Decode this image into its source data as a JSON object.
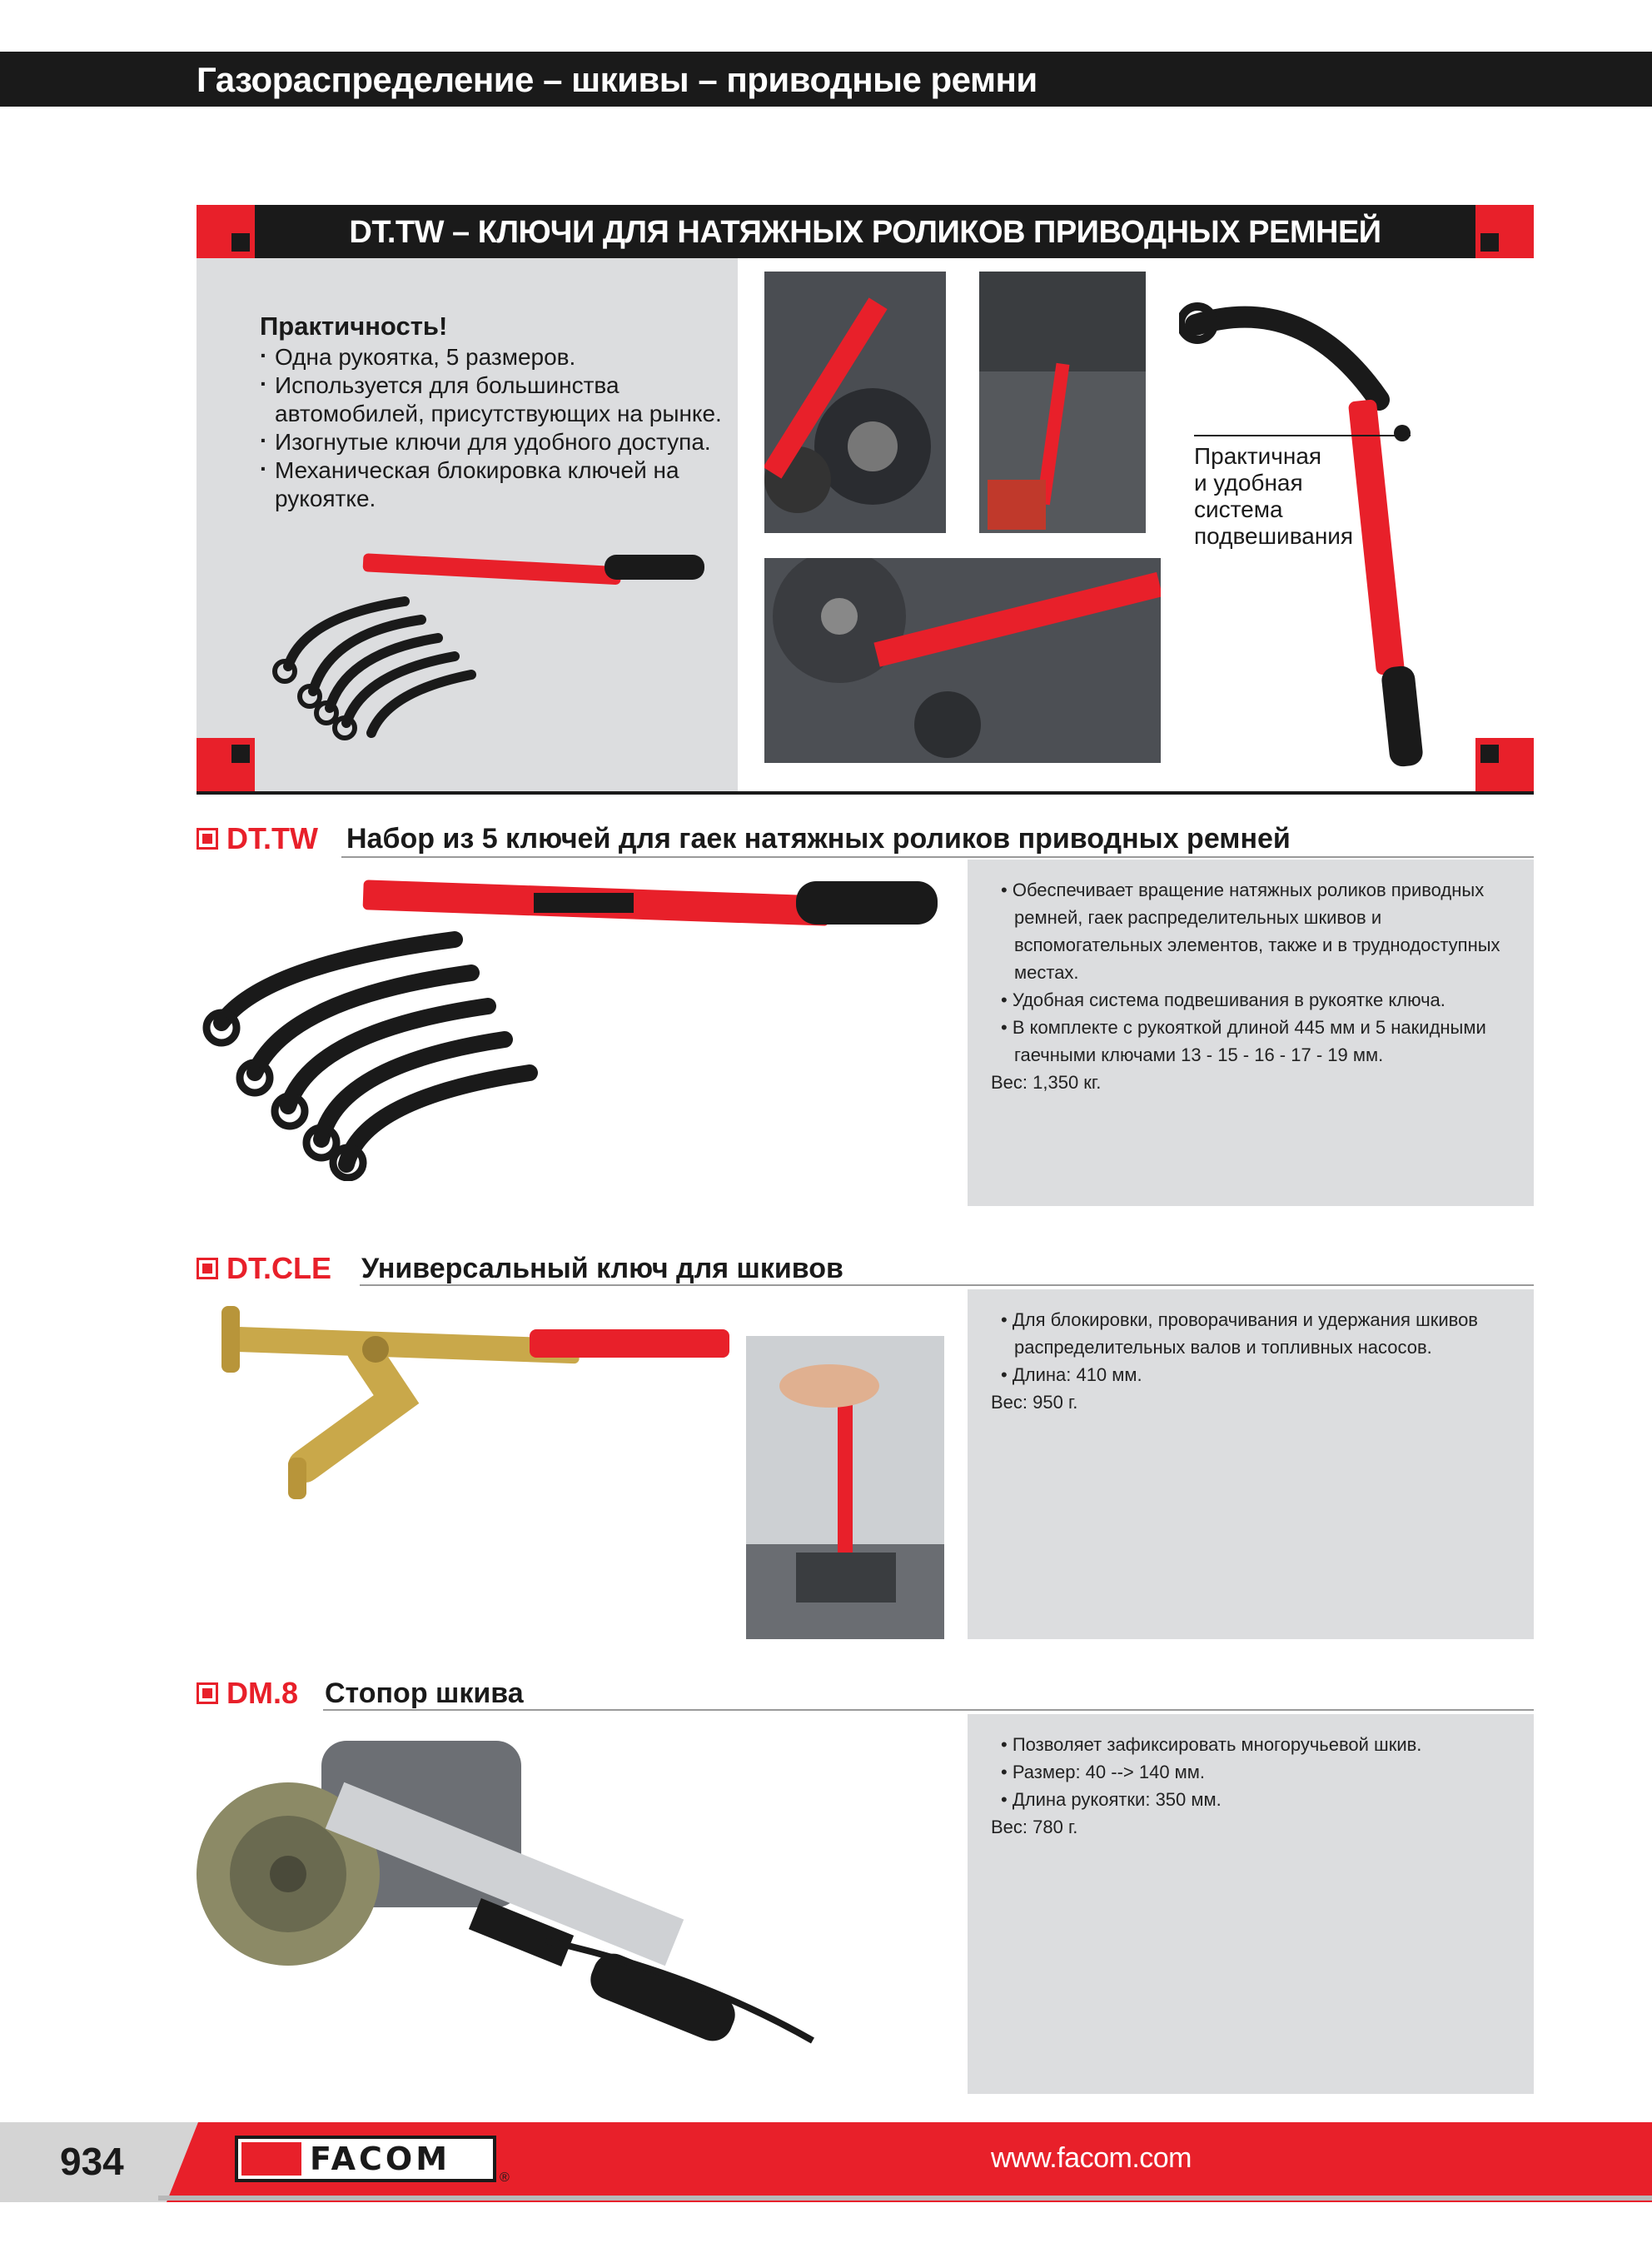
{
  "header": {
    "title": "Газораспределение – шкивы – приводные ремни"
  },
  "feature": {
    "title": "DT.TW – КЛЮЧИ ДЛЯ НАТЯЖНЫХ РОЛИКОВ ПРИВОДНЫХ РЕМНЕЙ",
    "heading": "Практичность!",
    "bullets": [
      "Одна рукоятка, 5 размеров.",
      "Используется для большинства автомобилей, присутствующих на рынке.",
      "Изогнутые ключи для удобного доступа.",
      "Механическая блокировка ключей на рукоятке."
    ],
    "callout": [
      "Практичная",
      "и удобная",
      "система",
      "подвешивания"
    ]
  },
  "products": [
    {
      "code": "DT.TW",
      "name": "Набор из 5 ключей для гаек натяжных роликов приводных ремней",
      "bullets": [
        "Обеспечивает вращение натяжных роликов приводных ремней, гаек распределительных шкивов и вспомогательных элементов, также и в труднодоступных местах.",
        "Удобная система подвешивания в рукоятке ключа.",
        "В комплекте с рукояткой длиной 445 мм и 5 накидными гаечными ключами 13 - 15 - 16 - 17 - 19 мм."
      ],
      "weight": "Вес: 1,350 кг."
    },
    {
      "code": "DT.CLE",
      "name": "Универсальный ключ для шкивов",
      "bullets": [
        "Для блокировки, проворачивания и удержания шкивов распределительных валов и топливных насосов.",
        "Длина: 410 мм."
      ],
      "weight": "Вес: 950 г."
    },
    {
      "code": "DM.8",
      "name": "Стопор шкива",
      "bullets": [
        "Позволяет зафиксировать многоручьевой шкив.",
        "Размер: 40 --> 140 мм.",
        "Длина рукоятки: 350 мм."
      ],
      "weight": "Вес: 780 г."
    }
  ],
  "footer": {
    "page_number": "934",
    "brand": "FACOM",
    "registered": "®",
    "url": "www.facom.com"
  },
  "colors": {
    "brand_red": "#e8202a",
    "dark": "#1a1a1a",
    "panel_grey": "#dcdddf"
  }
}
